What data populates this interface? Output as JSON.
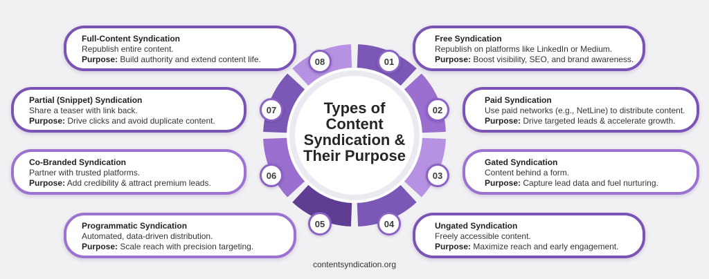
{
  "center_title": "Types of\nContent\nSyndication &\nTheir Purpose",
  "footer": "contentsyndication.org",
  "purpose_label": "Purpose:",
  "colors": {
    "card_border_light": "#9b72cf",
    "card_border_dark": "#7a54b4",
    "segment_light": "#b792e2",
    "segment_mid": "#9a6fd0",
    "segment_dark": "#7c58b6",
    "segment_deep": "#5e3d92"
  },
  "items": [
    {
      "number": "01",
      "title": "Free Syndication",
      "desc": "Republish on platforms like LinkedIn or Medium.",
      "purpose": "Boost visibility, SEO, and brand awareness."
    },
    {
      "number": "02",
      "title": "Paid Syndication",
      "desc": "Use paid networks (e.g., NetLine) to distribute content.",
      "purpose": "Drive targeted leads & accelerate growth."
    },
    {
      "number": "03",
      "title": "Gated Syndication",
      "desc": "Content behind a form.",
      "purpose": "Capture lead data and fuel nurturing."
    },
    {
      "number": "04",
      "title": "Ungated Syndication",
      "desc": "Freely accessible content.",
      "purpose": "Maximize reach and early engagement."
    },
    {
      "number": "05",
      "title": "Programmatic Syndication",
      "desc": "Automated, data-driven distribution.",
      "purpose": "Scale reach with precision targeting."
    },
    {
      "number": "06",
      "title": "Co-Branded Syndication",
      "desc": "Partner with trusted platforms.",
      "purpose": "Add credibility & attract premium leads."
    },
    {
      "number": "07",
      "title": "Partial (Snippet) Syndication",
      "desc": "Share a teaser with link back.",
      "purpose": "Drive clicks and avoid duplicate content."
    },
    {
      "number": "08",
      "title": "Full-Content Syndication",
      "desc": "Republish entire content.",
      "purpose": "Build authority and extend content life."
    }
  ]
}
